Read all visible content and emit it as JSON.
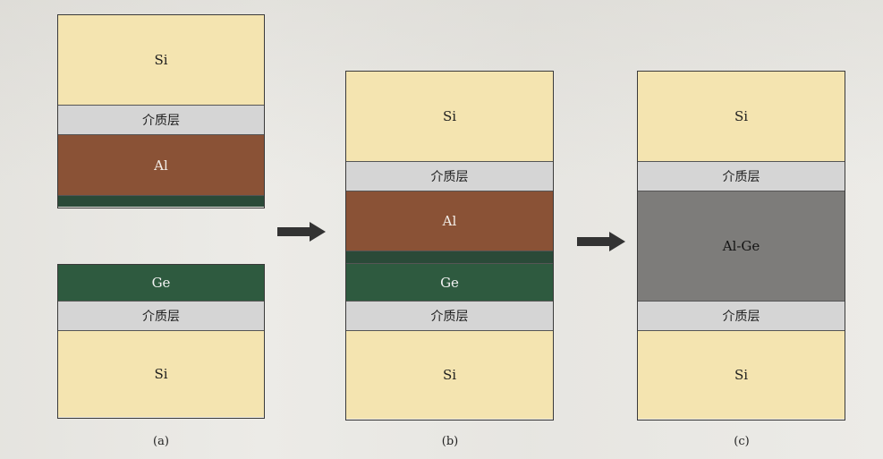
{
  "panel_a": {
    "top": {
      "si": "Si",
      "dielectric": "介质层",
      "al": "Al"
    },
    "bottom": {
      "ge": "Ge",
      "dielectric": "介质层",
      "si": "Si"
    },
    "caption": "(a)"
  },
  "panel_b": {
    "si_top": "Si",
    "dielectric_top": "介质层",
    "al": "Al",
    "ge": "Ge",
    "dielectric_bottom": "介质层",
    "si_bottom": "Si",
    "caption": "(b)"
  },
  "panel_c": {
    "si_top": "Si",
    "dielectric_top": "介质层",
    "alge": "Al-Ge",
    "dielectric_bottom": "介质层",
    "si_bottom": "Si",
    "caption": "(c)"
  },
  "colors": {
    "si": "#f4e4b0",
    "dielectric": "#d5d5d5",
    "al": "#8a5236",
    "ge": "#2e5a3f",
    "alge": "#7d7c7a",
    "arrow": "#333333"
  }
}
